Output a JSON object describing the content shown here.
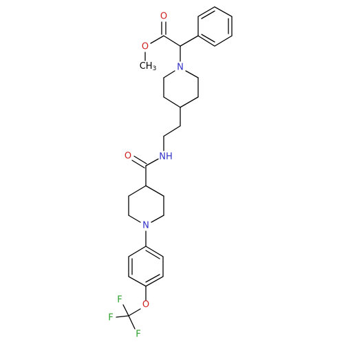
{
  "colors": {
    "background": "#ffffff",
    "bond": "#000000",
    "nitrogen": "#3030c8",
    "oxygen": "#d02020",
    "fluorine": "#2aa02a",
    "carbon_label": "#000000"
  },
  "atom_labels": {
    "ester_carbonyl_o": "O",
    "ester_ether_o": "O",
    "methyl": "CH",
    "methyl_sub": "3",
    "piperidine_n_top": "N",
    "amide_nh": "NH",
    "amide_o": "O",
    "piperidine_n_bottom": "N",
    "aryl_ether_o": "O",
    "f_top": "F",
    "f_left": "F",
    "f_bottom": "F"
  }
}
